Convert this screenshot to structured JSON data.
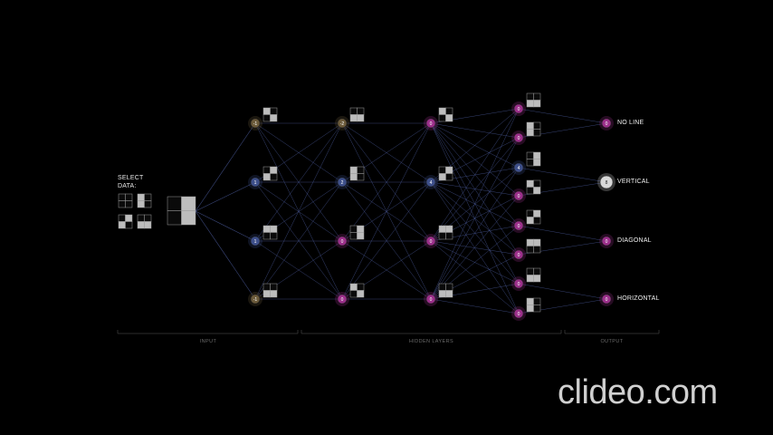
{
  "input": {
    "select_label_line1": "SELECT",
    "select_label_line2": "DATA:"
  },
  "layers": {
    "hidden1": [
      "-1",
      "1",
      "1",
      "-1"
    ],
    "hidden2": [
      "-2",
      "2",
      "0",
      "0"
    ],
    "hidden3": [
      "0",
      "4",
      "0",
      "0"
    ],
    "hidden4": [
      "0",
      "0",
      "4",
      "0",
      "0",
      "0",
      "0",
      "0"
    ],
    "output": [
      "0",
      "8",
      "0",
      "0"
    ]
  },
  "output_labels": [
    "NO LINE",
    "VERTICAL",
    "DIAGONAL",
    "HORIZONTAL"
  ],
  "sections": {
    "input": "INPUT",
    "hidden": "HIDDEN LAYERS",
    "output": "OUTPUT"
  },
  "watermark": "clideo.com",
  "colors": {
    "background": "#000000",
    "connection": "#4a5a9a",
    "node_positive": "#3d4f8a",
    "node_zero": "#9b2f8a",
    "node_negative": "#6b5a3a",
    "node_active": "#d8d8d8"
  }
}
